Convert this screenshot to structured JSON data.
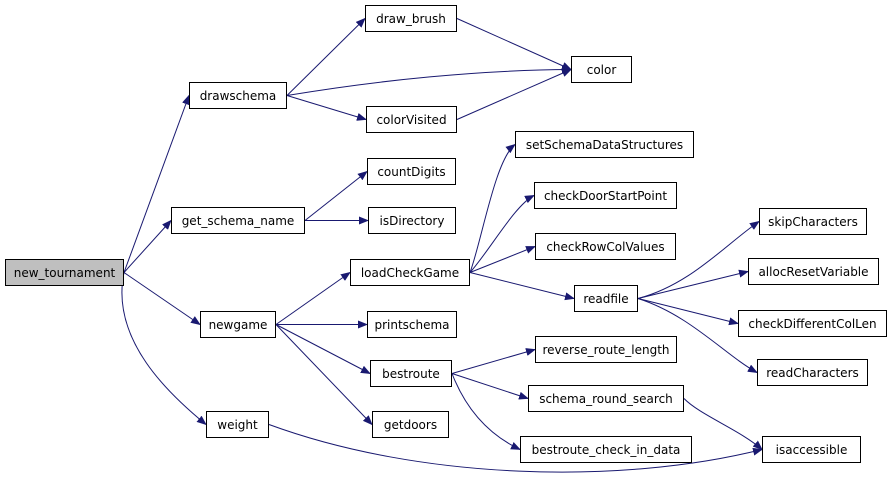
{
  "nodes": {
    "new_tournament": "new_tournament",
    "drawschema": "drawschema",
    "get_schema_name": "get_schema_name",
    "newgame": "newgame",
    "weight": "weight",
    "draw_brush": "draw_brush",
    "color": "color",
    "colorVisited": "colorVisited",
    "countDigits": "countDigits",
    "isDirectory": "isDirectory",
    "loadCheckGame": "loadCheckGame",
    "printschema": "printschema",
    "bestroute": "bestroute",
    "getdoors": "getdoors",
    "setSchemaDataStructures": "setSchemaDataStructures",
    "checkDoorStartPoint": "checkDoorStartPoint",
    "checkRowColValues": "checkRowColValues",
    "readfile": "readfile",
    "reverse_route_length": "reverse_route_length",
    "schema_round_search": "schema_round_search",
    "bestroute_check_in_data": "bestroute_check_in_data",
    "skipCharacters": "skipCharacters",
    "allocResetVariable": "allocResetVariable",
    "checkDifferentColLen": "checkDifferentColLen",
    "readCharacters": "readCharacters",
    "isaccessible": "isaccessible"
  },
  "edges": [
    [
      "new_tournament",
      "drawschema"
    ],
    [
      "new_tournament",
      "get_schema_name"
    ],
    [
      "new_tournament",
      "newgame"
    ],
    [
      "new_tournament",
      "weight"
    ],
    [
      "drawschema",
      "draw_brush"
    ],
    [
      "drawschema",
      "color"
    ],
    [
      "drawschema",
      "colorVisited"
    ],
    [
      "draw_brush",
      "color"
    ],
    [
      "colorVisited",
      "color"
    ],
    [
      "get_schema_name",
      "countDigits"
    ],
    [
      "get_schema_name",
      "isDirectory"
    ],
    [
      "newgame",
      "loadCheckGame"
    ],
    [
      "newgame",
      "printschema"
    ],
    [
      "newgame",
      "bestroute"
    ],
    [
      "newgame",
      "getdoors"
    ],
    [
      "loadCheckGame",
      "setSchemaDataStructures"
    ],
    [
      "loadCheckGame",
      "checkDoorStartPoint"
    ],
    [
      "loadCheckGame",
      "checkRowColValues"
    ],
    [
      "loadCheckGame",
      "readfile"
    ],
    [
      "readfile",
      "skipCharacters"
    ],
    [
      "readfile",
      "allocResetVariable"
    ],
    [
      "readfile",
      "checkDifferentColLen"
    ],
    [
      "readfile",
      "readCharacters"
    ],
    [
      "bestroute",
      "reverse_route_length"
    ],
    [
      "bestroute",
      "schema_round_search"
    ],
    [
      "bestroute",
      "bestroute_check_in_data"
    ],
    [
      "schema_round_search",
      "isaccessible"
    ],
    [
      "weight",
      "isaccessible"
    ]
  ],
  "colors": {
    "edge": "#191970",
    "root_fill": "#bfbfbf",
    "node_border": "#000000"
  }
}
